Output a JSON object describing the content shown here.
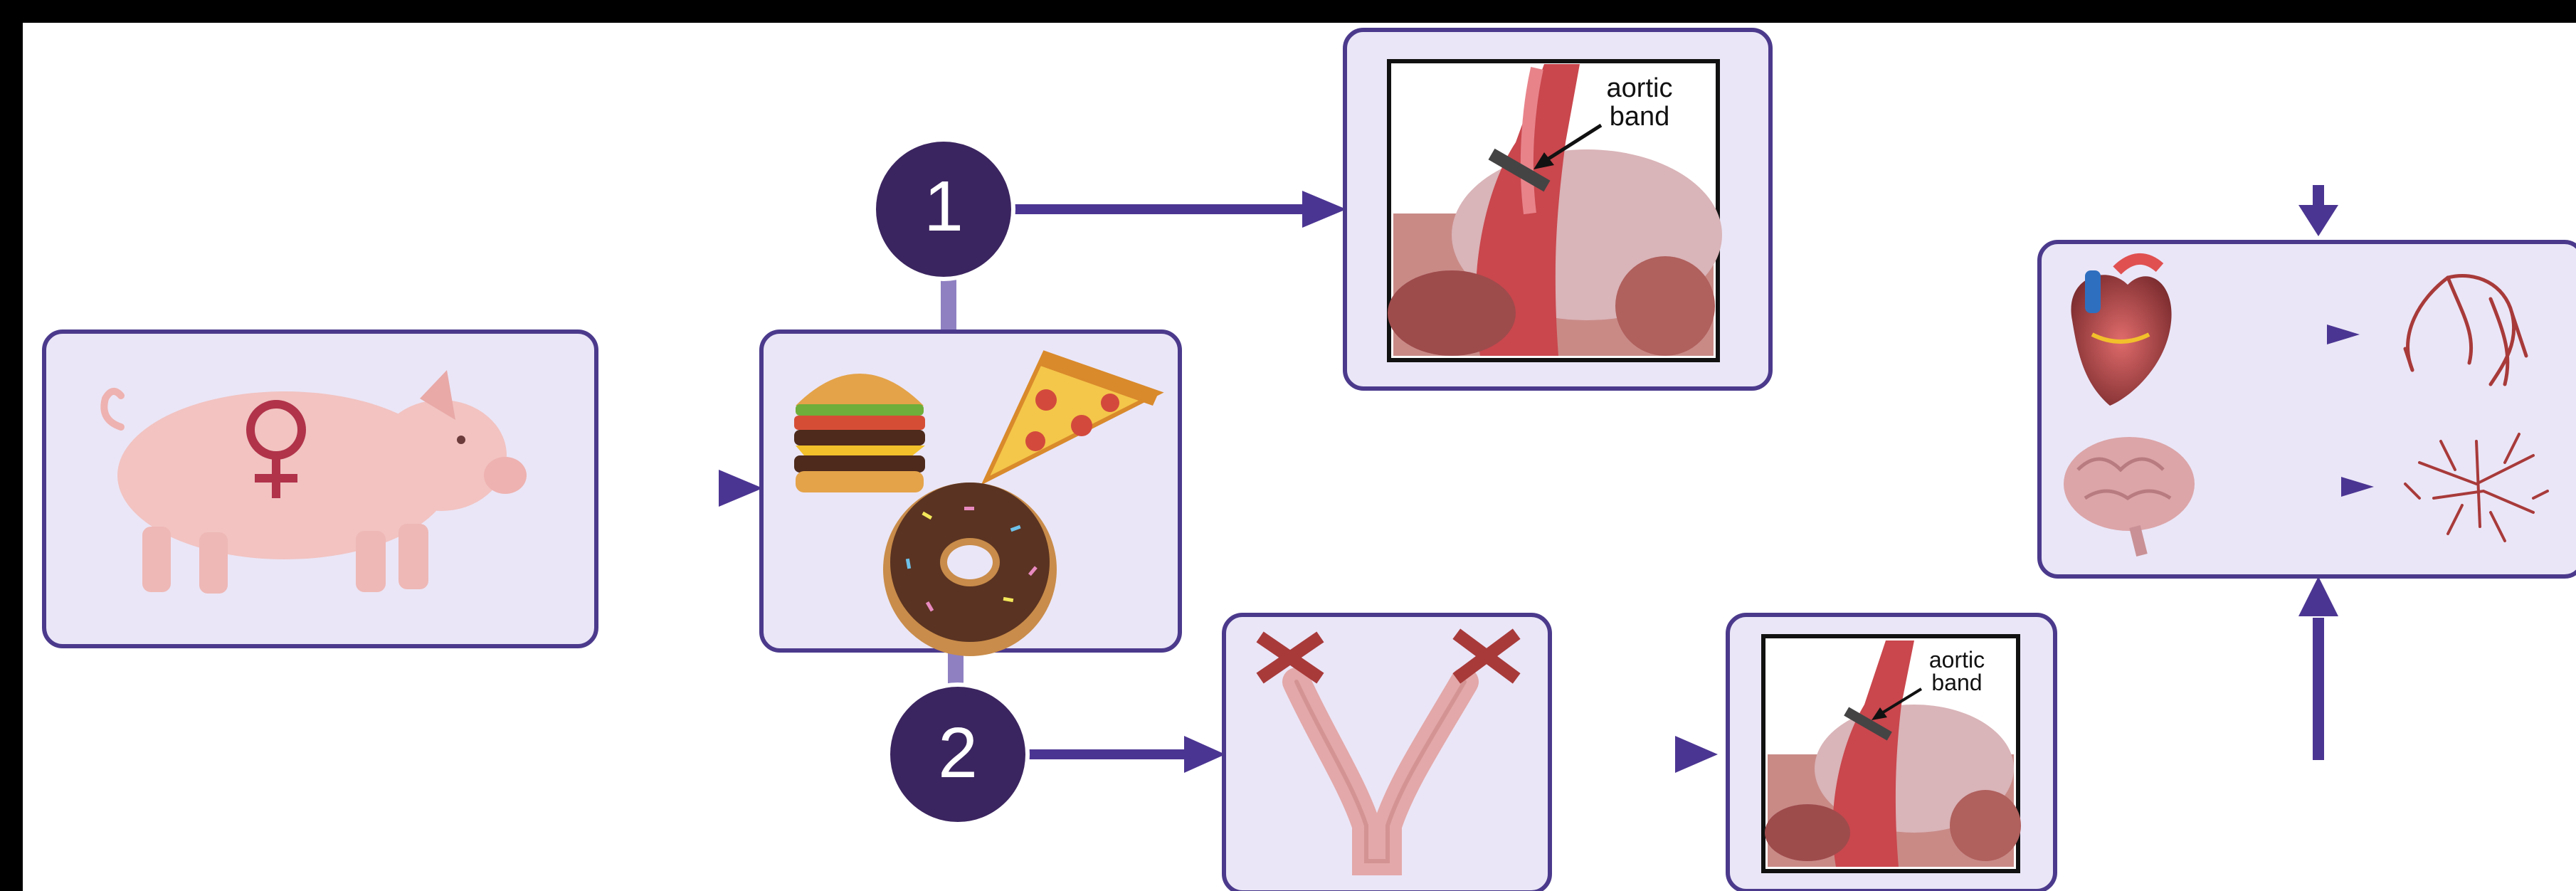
{
  "steps": {
    "one": "1",
    "two": "2"
  },
  "callouts": {
    "top_aortic_band": {
      "line1": "aortic",
      "line2": "band"
    },
    "bottom_aortic_band": {
      "line1": "aortic",
      "line2": "band"
    }
  },
  "icons": {
    "subject": "pig-icon",
    "sex": "female-symbol-icon",
    "diet": [
      "burger-icon",
      "pizza-icon",
      "donut-icon"
    ],
    "surgery": "aortic-band-illustration",
    "ovariectomy": "uterus-removal-icon",
    "organs": [
      "heart-icon",
      "brain-icon"
    ],
    "vessels": [
      "coronary-vessels-icon",
      "cerebral-vessels-icon"
    ]
  },
  "colors": {
    "border": "#4b3a8c",
    "panel_fill": "#eae6f7",
    "step_badge": "#3b2560",
    "arrow": "#4b3592",
    "pig": "#f2c3c1",
    "female_symbol": "#b0334a",
    "cross": "#a83a3a"
  }
}
